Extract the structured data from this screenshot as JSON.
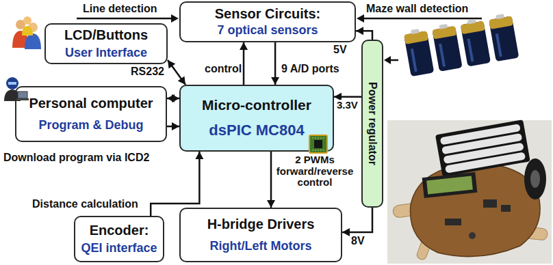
{
  "diagram": {
    "nodes": [
      {
        "text": [
          "Sensor Circuits:",
          "7 optical sensors"
        ]
      },
      {
        "text": [
          "LCD/Buttons",
          "User Interface"
        ]
      },
      {
        "text": [
          "Personal computer",
          "Program & Debug"
        ]
      },
      {
        "text": [
          "Micro-controller",
          "dsPIC MC804"
        ]
      },
      {
        "text": [
          "Power regulator"
        ]
      },
      {
        "text": [
          "Encoder:",
          "QEI interface"
        ]
      },
      {
        "text": [
          "H-bridge Drivers",
          "Right/Left Motors"
        ]
      }
    ],
    "edges": [
      {
        "from": 1,
        "to": 3,
        "arrow": "both"
      },
      {
        "from": 2,
        "to": 3,
        "label": "RS232",
        "arrow": "both"
      },
      {
        "from": 2,
        "to": 3,
        "arrow": "to"
      },
      {
        "from": 3,
        "to": 0,
        "label": "control",
        "arrow": "to"
      },
      {
        "from": 0,
        "to": 3,
        "label": "9 A/D ports",
        "arrow": "to"
      },
      {
        "from": 4,
        "to": 0,
        "label": "5V",
        "arrow": "to"
      },
      {
        "from": 4,
        "to": 3,
        "label": "3.3V",
        "arrow": "to"
      },
      {
        "from": 4,
        "to": 6,
        "label": "8V",
        "arrow": "to"
      },
      {
        "from": 5,
        "to": 3,
        "label": "Distance calculation",
        "arrow": "to"
      },
      {
        "from": 3,
        "to": 6,
        "label": "2 PWMs forward/reverse control",
        "arrow": "to"
      }
    ],
    "labels": [
      "Line detection",
      "Maze wall detection",
      "Download program via ICD2"
    ]
  }
}
